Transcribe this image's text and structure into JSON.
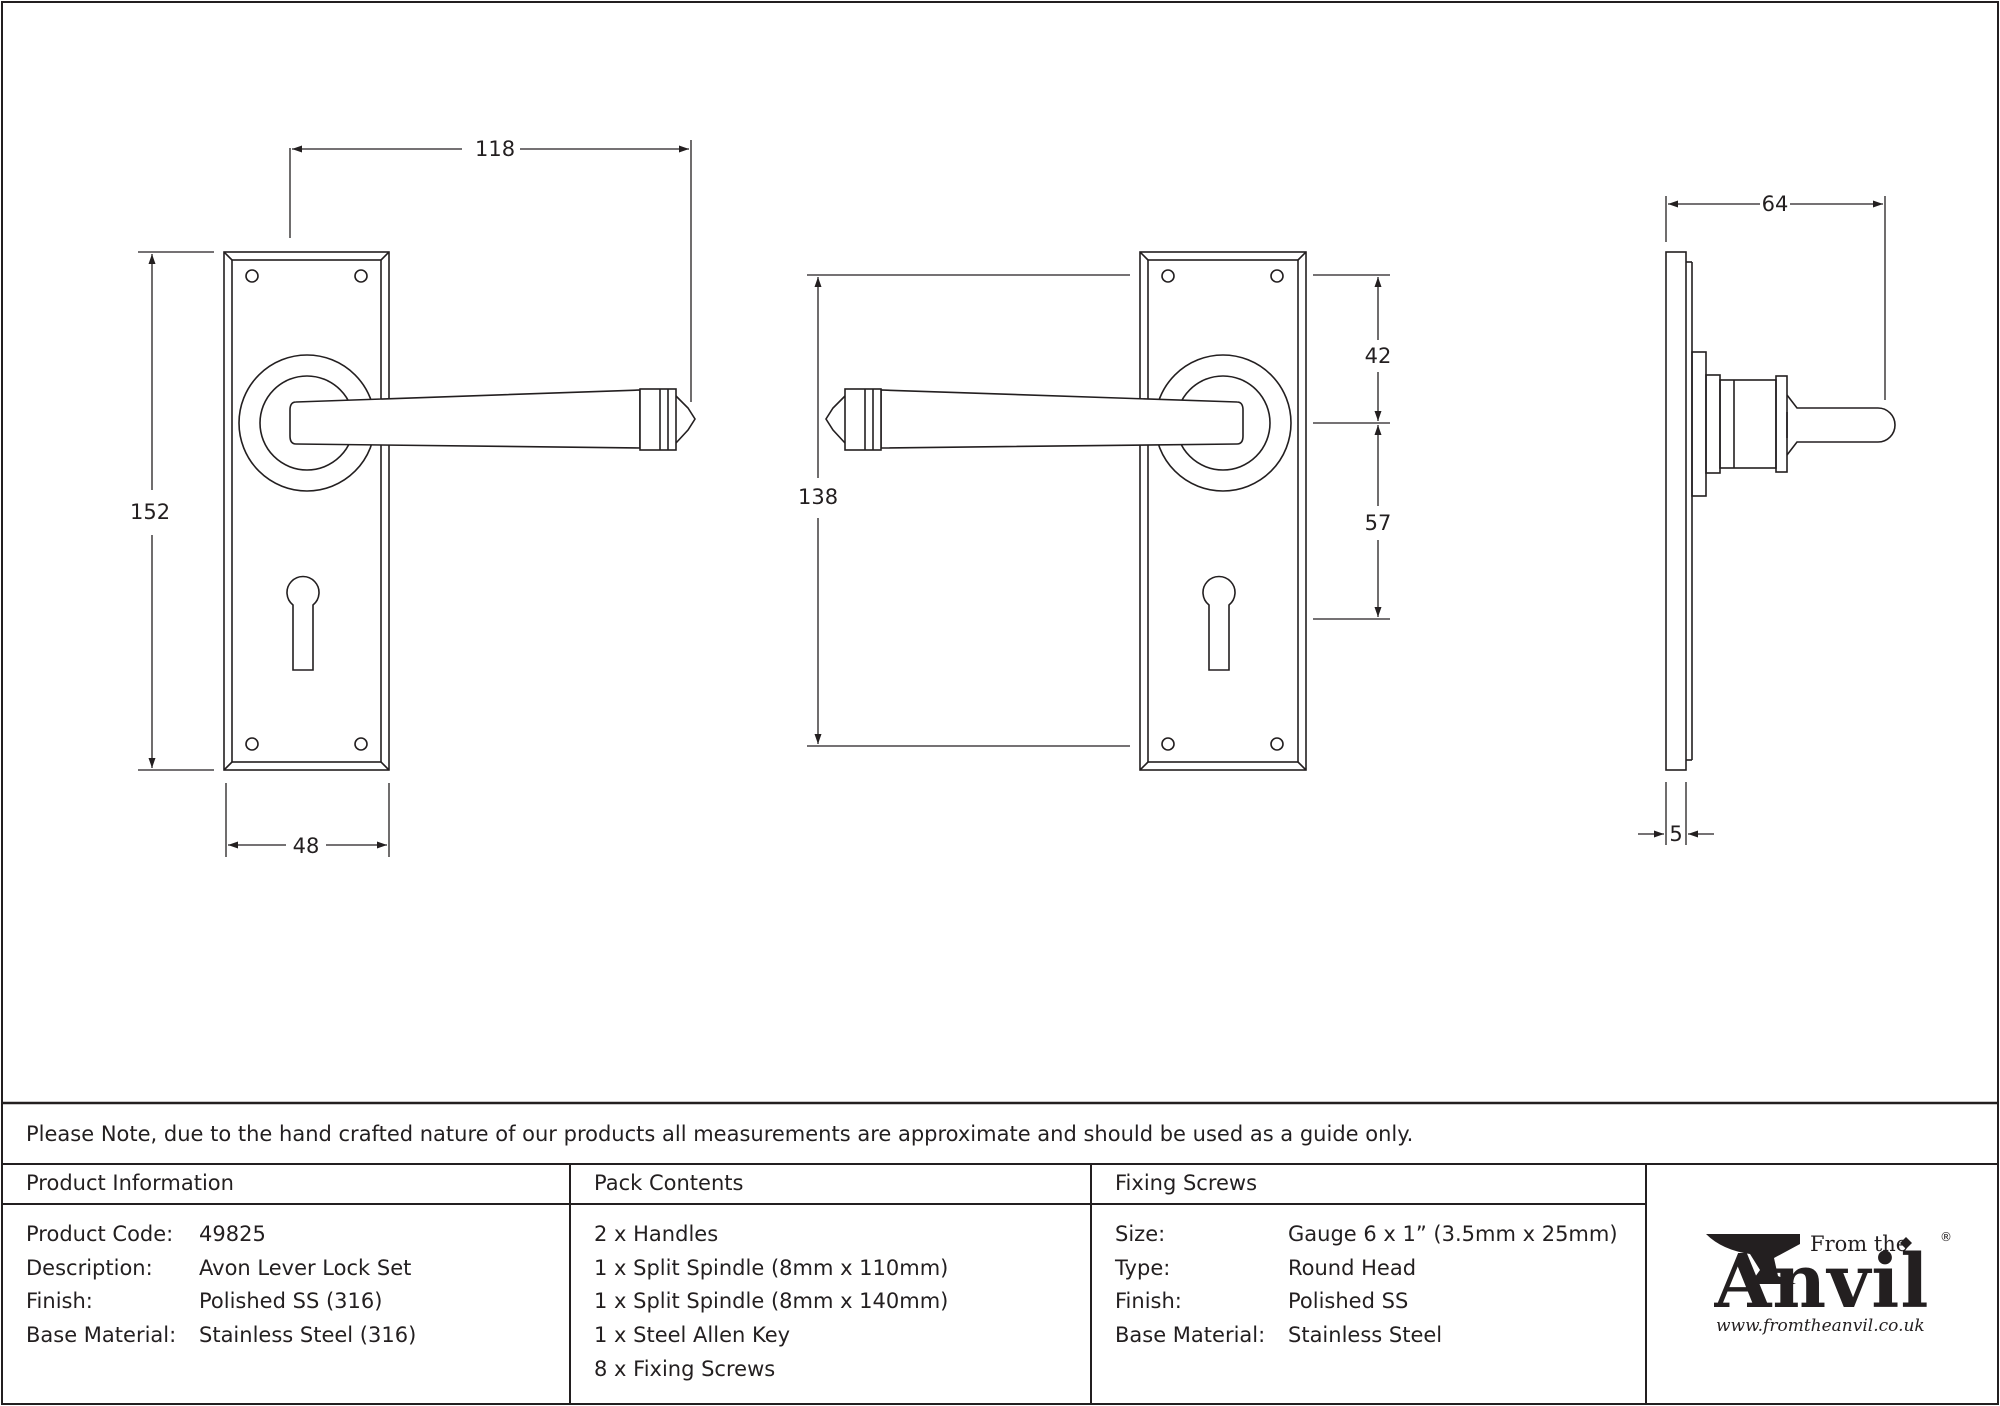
{
  "dimensions": {
    "front_width": "118",
    "front_height": "152",
    "plate_width": "48",
    "spindle_height": "138",
    "top_to_spindle": "42",
    "spindle_to_keyhole": "57",
    "projection": "64",
    "plate_thickness": "5"
  },
  "note": "Please Note, due to the hand crafted nature of our products all measurements are approximate and should be used as a guide only.",
  "product_info": {
    "heading": "Product Information",
    "rows": [
      {
        "label": "Product Code:",
        "value": "49825"
      },
      {
        "label": "Description:",
        "value": "Avon Lever Lock Set"
      },
      {
        "label": "Finish:",
        "value": "Polished SS (316)"
      },
      {
        "label": "Base Material:",
        "value": "Stainless Steel (316)"
      }
    ]
  },
  "pack_contents": {
    "heading": "Pack Contents",
    "items": [
      "2 x Handles",
      "1 x Split Spindle (8mm x 110mm)",
      "1 x Split Spindle (8mm x 140mm)",
      "1 x Steel Allen Key",
      "8 x Fixing Screws"
    ]
  },
  "fixing_screws": {
    "heading": "Fixing Screws",
    "rows": [
      {
        "label": "Size:",
        "value": "Gauge 6 x 1” (3.5mm x 25mm)"
      },
      {
        "label": "Type:",
        "value": "Round Head"
      },
      {
        "label": "Finish:",
        "value": "Polished SS"
      },
      {
        "label": "Base Material:",
        "value": "Stainless Steel"
      }
    ]
  },
  "logo": {
    "from_the": "From the",
    "brand": "Anvil",
    "registered": "®",
    "url": "www.fromtheanvil.co.uk"
  },
  "colors": {
    "line": "#231f20",
    "background": "#ffffff"
  }
}
